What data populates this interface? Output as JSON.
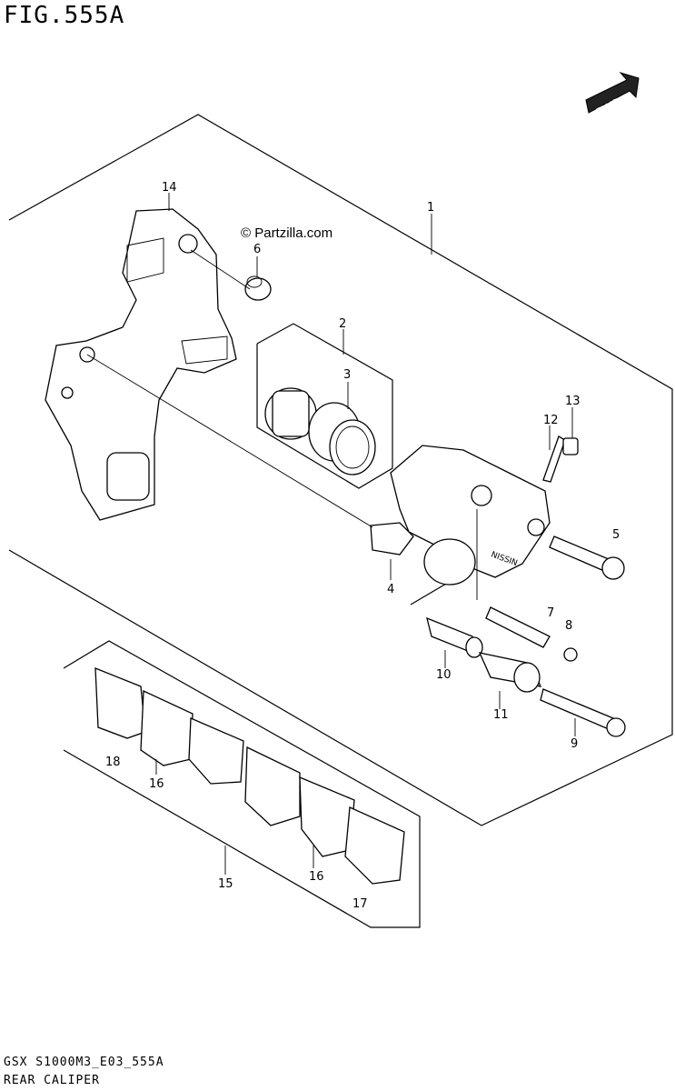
{
  "figure": {
    "title": "FIG.555A",
    "watermark": "© Partzilla.com",
    "footer_code": "GSX S1000M3_E03_555A",
    "footer_title": "REAR CALIPER",
    "fwd_label": "FWD"
  },
  "callouts": [
    "1",
    "2",
    "3",
    "4",
    "5",
    "6",
    "7",
    "8",
    "9",
    "10",
    "11",
    "12",
    "13",
    "14",
    "15",
    "16",
    "16",
    "17",
    "18"
  ]
}
